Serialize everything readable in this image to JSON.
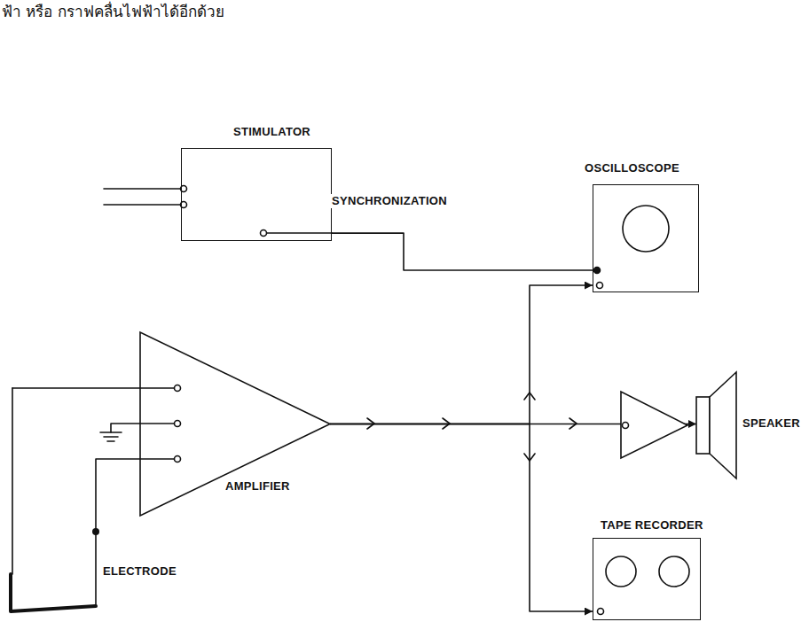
{
  "diagram": {
    "nodes": [
      {
        "text": [
          "STIMULATOR"
        ]
      },
      {
        "text": [
          "OSCILLOSCOPE"
        ]
      },
      {
        "text": [
          "AMPLIFIER"
        ]
      },
      {
        "text": [
          "SPEAKER"
        ]
      },
      {
        "text": [
          "TAPE RECORDER"
        ]
      }
    ],
    "edges": [
      {
        "from": 0,
        "to": 1,
        "label": "SYNCHRONIZATION",
        "arrow": "none"
      },
      {
        "from": 2,
        "to": 1,
        "arrow": "to"
      },
      {
        "from": 2,
        "to": 3,
        "arrow": "to"
      },
      {
        "from": 2,
        "to": 4,
        "arrow": "to"
      }
    ],
    "labels": [
      "ฟ้า หรือ กราฟคลื่นไฟฟ้าได้อีกด้วย",
      "ELECTRODE"
    ]
  }
}
